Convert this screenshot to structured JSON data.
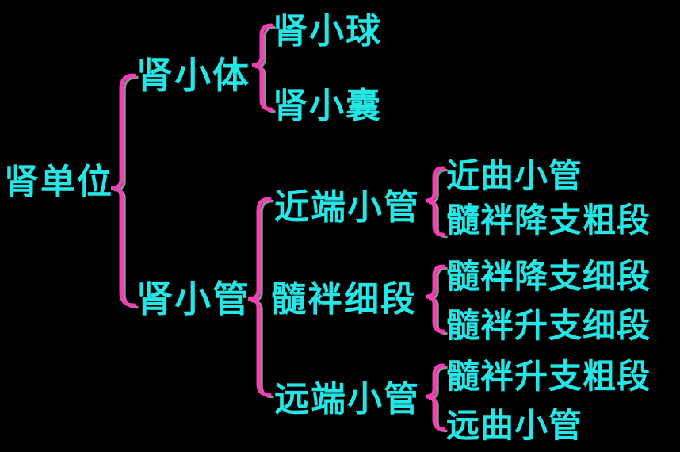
{
  "colors": {
    "background": "#000000",
    "text": "#25e6e6",
    "brace": "#f93bb6",
    "brace_shadow": "#8f8f8f"
  },
  "chart_data": {
    "type": "table",
    "title": "肾单位 bracket tree"
  },
  "tree": {
    "root": {
      "label": "肾单位"
    },
    "level1": [
      {
        "label": "肾小体",
        "children": [
          {
            "label": "肾小球"
          },
          {
            "label": "肾小囊"
          }
        ]
      },
      {
        "label": "肾小管",
        "children": [
          {
            "label": "近端小管",
            "children": [
              {
                "label": "近曲小管"
              },
              {
                "label": "髓袢降支粗段"
              }
            ]
          },
          {
            "label": "髓袢细段",
            "children": [
              {
                "label": "髓袢降支细段"
              },
              {
                "label": "髓袢升支细段"
              }
            ]
          },
          {
            "label": "远端小管",
            "children": [
              {
                "label": "髓袢升支粗段"
              },
              {
                "label": "远曲小管"
              }
            ]
          }
        ]
      }
    ]
  }
}
